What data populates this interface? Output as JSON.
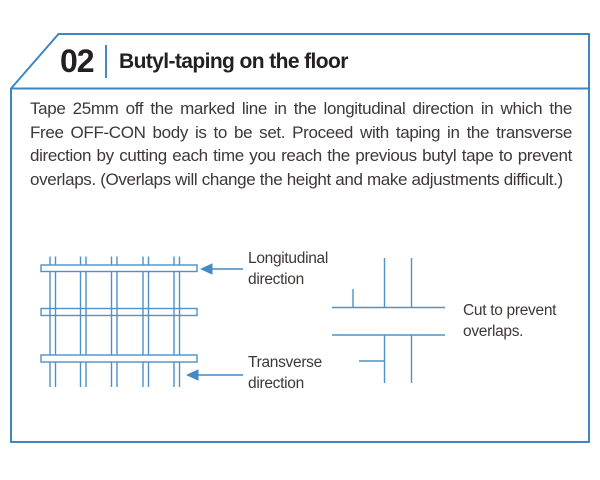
{
  "header": {
    "number": "02",
    "title": "Butyl-taping on the floor"
  },
  "body": {
    "paragraph": "Tape 25mm off the marked line in the longitudinal direction in which the Free OFF-CON body is to be set. Proceed with taping in the transverse direction by cutting each time you reach the previous butyl tape to prevent overlaps. (Overlaps will change the height and make adjustments difficult.)"
  },
  "diagram": {
    "labels": {
      "longitudinal": [
        "Longitudinal",
        "direction"
      ],
      "transverse": [
        "Transverse",
        "direction"
      ],
      "cut": [
        "Cut to prevent",
        "overlaps."
      ]
    },
    "icons": [
      "arrow-left-icon",
      "arrow-left-icon"
    ]
  },
  "colors": {
    "panel_border_blue": "#3d86c3",
    "diagram_line_blue": "#4e92c8",
    "heading_black": "#242021",
    "body_text_gray": "#3d3836"
  }
}
